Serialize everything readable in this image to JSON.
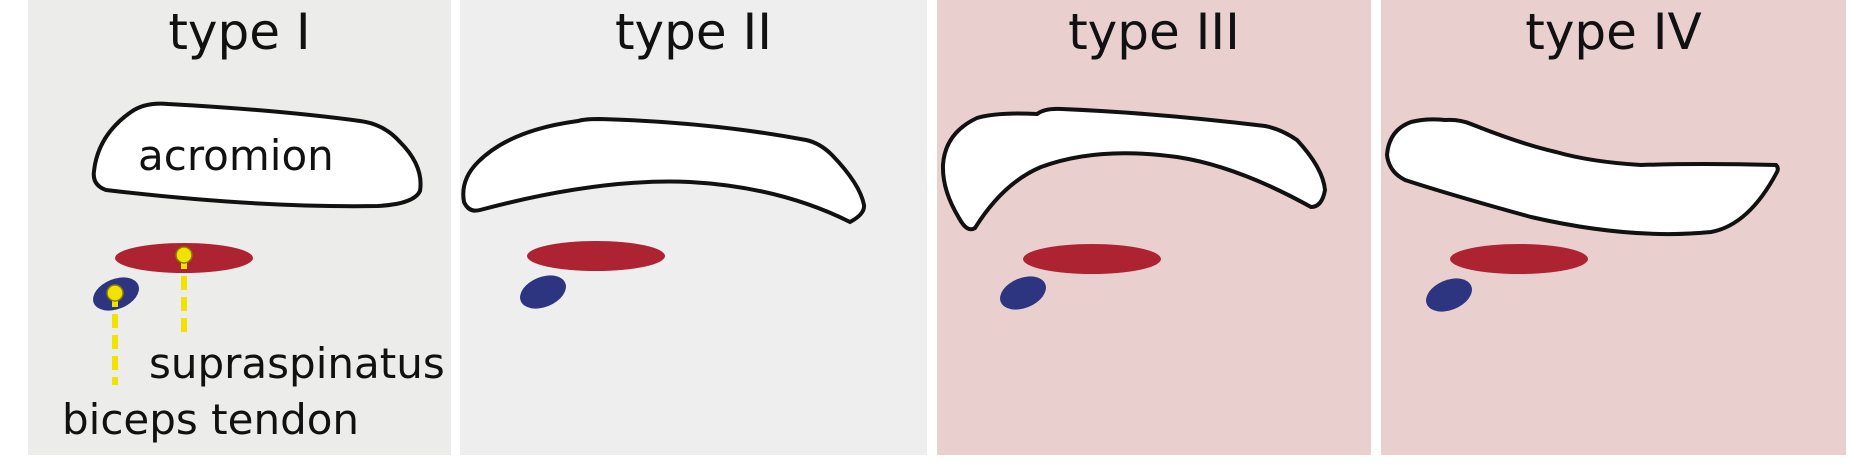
{
  "panels": [
    {
      "title": "type I",
      "bg": "#ececeb"
    },
    {
      "title": "type II",
      "bg": "#edeeed"
    },
    {
      "title": "type III",
      "bg": "#eacfcf"
    },
    {
      "title": "type IV",
      "bg": "#eacfcf"
    }
  ],
  "labels": {
    "acromion": "acromion",
    "supraspinatus": "supraspinatus",
    "biceps": "biceps tendon"
  },
  "colors": {
    "supraspinatus": "#ad2331",
    "biceps": "#2d3580",
    "pointer": "#f2e200",
    "outline": "#111111",
    "bone": "#ffffff"
  }
}
